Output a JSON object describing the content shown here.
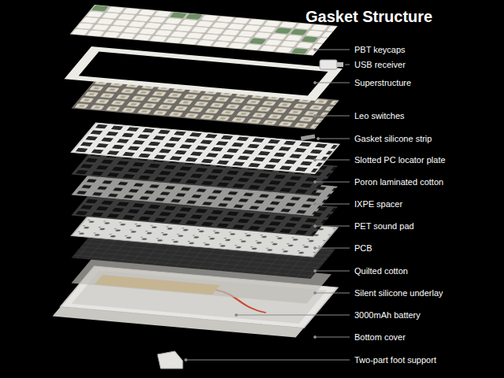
{
  "diagram": {
    "title": "Gasket Structure",
    "labels": [
      "PBT keycaps",
      "USB receiver",
      "Superstructure",
      "Leo switches",
      "Gasket silicone strip",
      "Slotted PC locator plate",
      "Poron laminated cotton",
      "IXPE spacer",
      "PET sound pad",
      "PCB",
      "Quilted cotton",
      "Silent silicone underlay",
      "3000mAh battery",
      "Bottom cover",
      "Two-part foot support"
    ]
  }
}
